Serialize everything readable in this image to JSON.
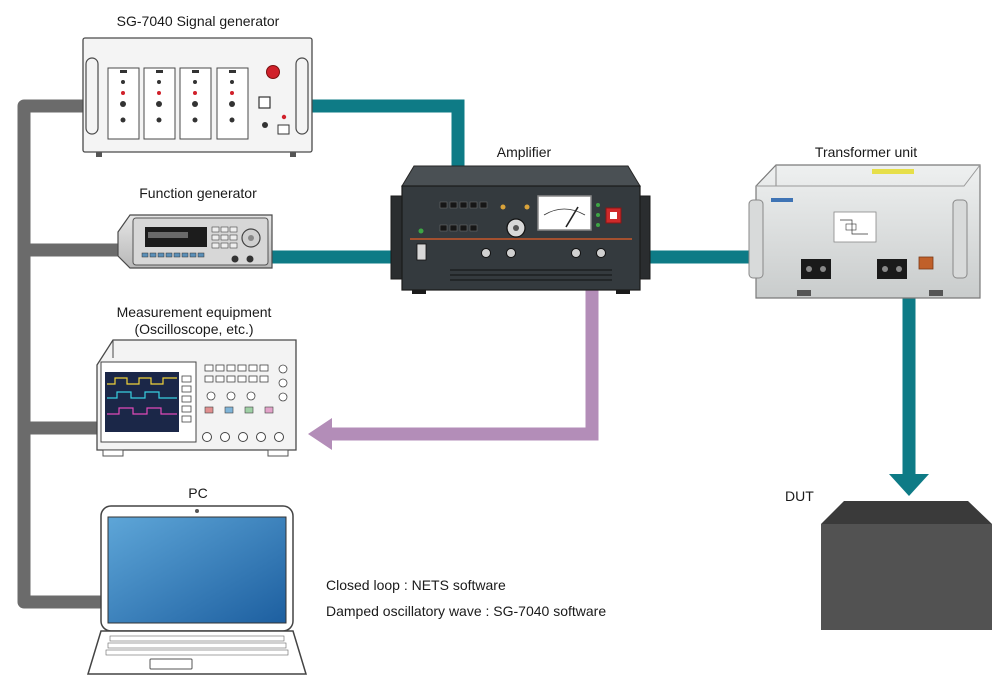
{
  "labels": {
    "signal_generator": "SG-7040 Signal generator",
    "function_generator": "Function generator",
    "measurement_line1": "Measurement equipment",
    "measurement_line2": "(Oscilloscope, etc.)",
    "pc": "PC",
    "amplifier": "Amplifier",
    "transformer": "Transformer unit",
    "dut": "DUT"
  },
  "notes": {
    "closed_loop": "Closed loop : NETS software",
    "damped_wave": "Damped oscillatory wave : SG-7040 software"
  },
  "colors": {
    "pc_bus": "#6b6b6b",
    "signal_path": "#0e7b86",
    "feedback_path": "#b38db8",
    "dut_fill": "#525252"
  }
}
